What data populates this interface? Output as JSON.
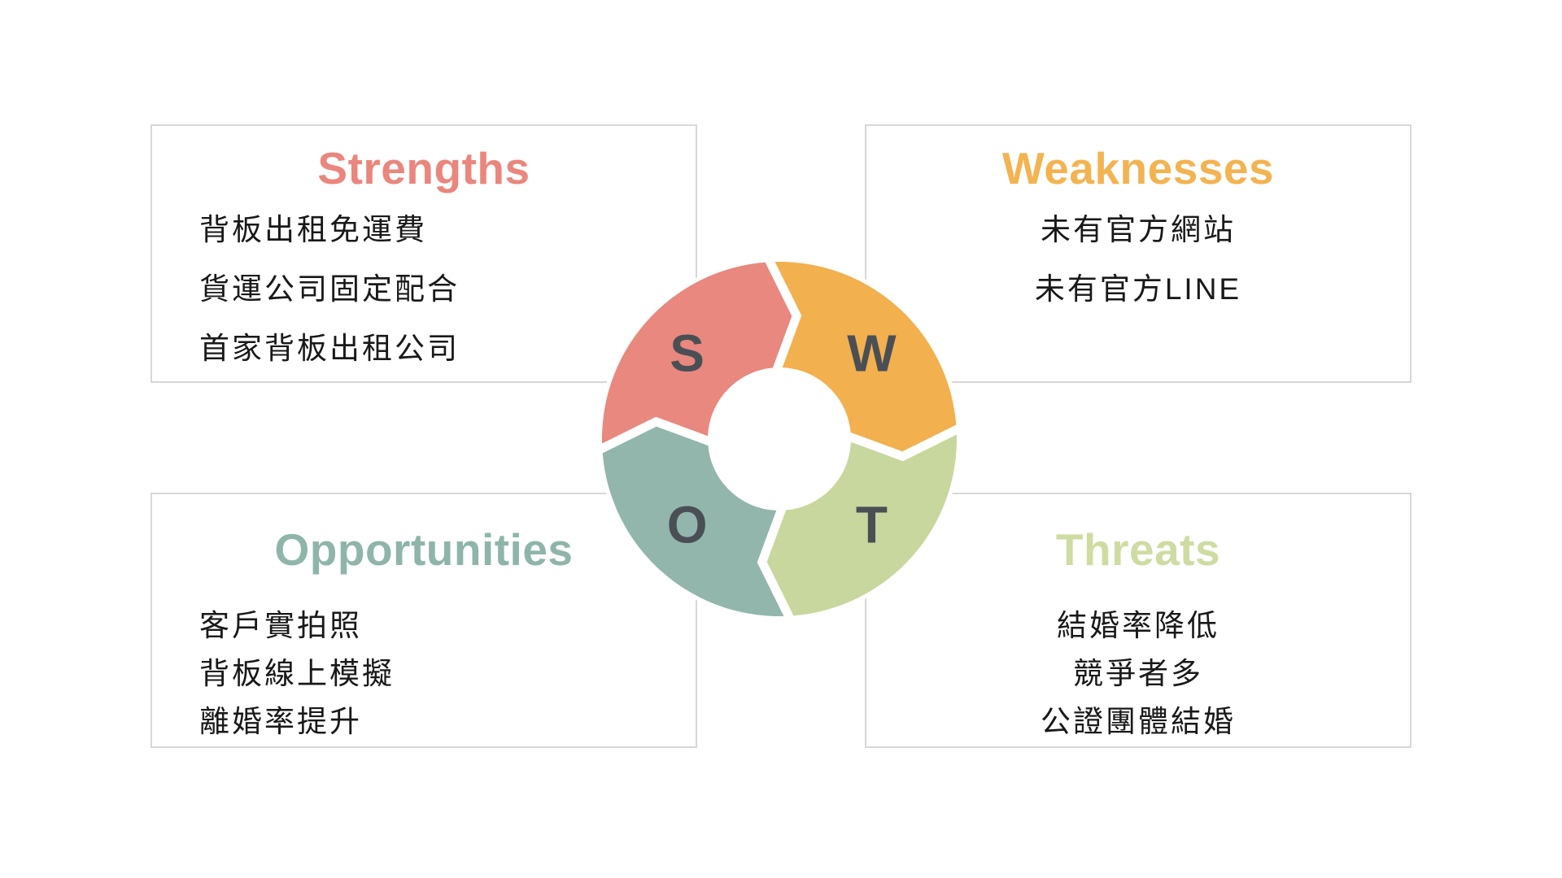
{
  "slide": {
    "background": "#ffffff",
    "border_color": "#d7d7d7"
  },
  "boxes": [
    {
      "id": "strengths",
      "title": "Strengths",
      "title_color": "#ea867d",
      "items": [
        "背板出租免運費",
        "貨運公司固定配合",
        "首家背板出租公司"
      ]
    },
    {
      "id": "weaknesses",
      "title": "Weaknesses",
      "title_color": "#f3b351",
      "items": [
        "未有官方網站",
        "未有官方LINE"
      ]
    },
    {
      "id": "opportunities",
      "title": "Opportunities",
      "title_color": "#8fb5ab",
      "items": [
        "客戶實拍照",
        "背板線上模擬",
        "離婚率提升"
      ]
    },
    {
      "id": "threats",
      "title": "Threats",
      "title_color": "#cedca2",
      "items": [
        "結婚率降低",
        "競爭者多",
        "公證團體結婚"
      ]
    }
  ],
  "wheel": {
    "letter_color": "#4a4f55",
    "segments": [
      {
        "letter": "S",
        "color": "#e8887e"
      },
      {
        "letter": "W",
        "color": "#f2b04e"
      },
      {
        "letter": "T",
        "color": "#c8d79d"
      },
      {
        "letter": "O",
        "color": "#93b6ac"
      }
    ]
  }
}
